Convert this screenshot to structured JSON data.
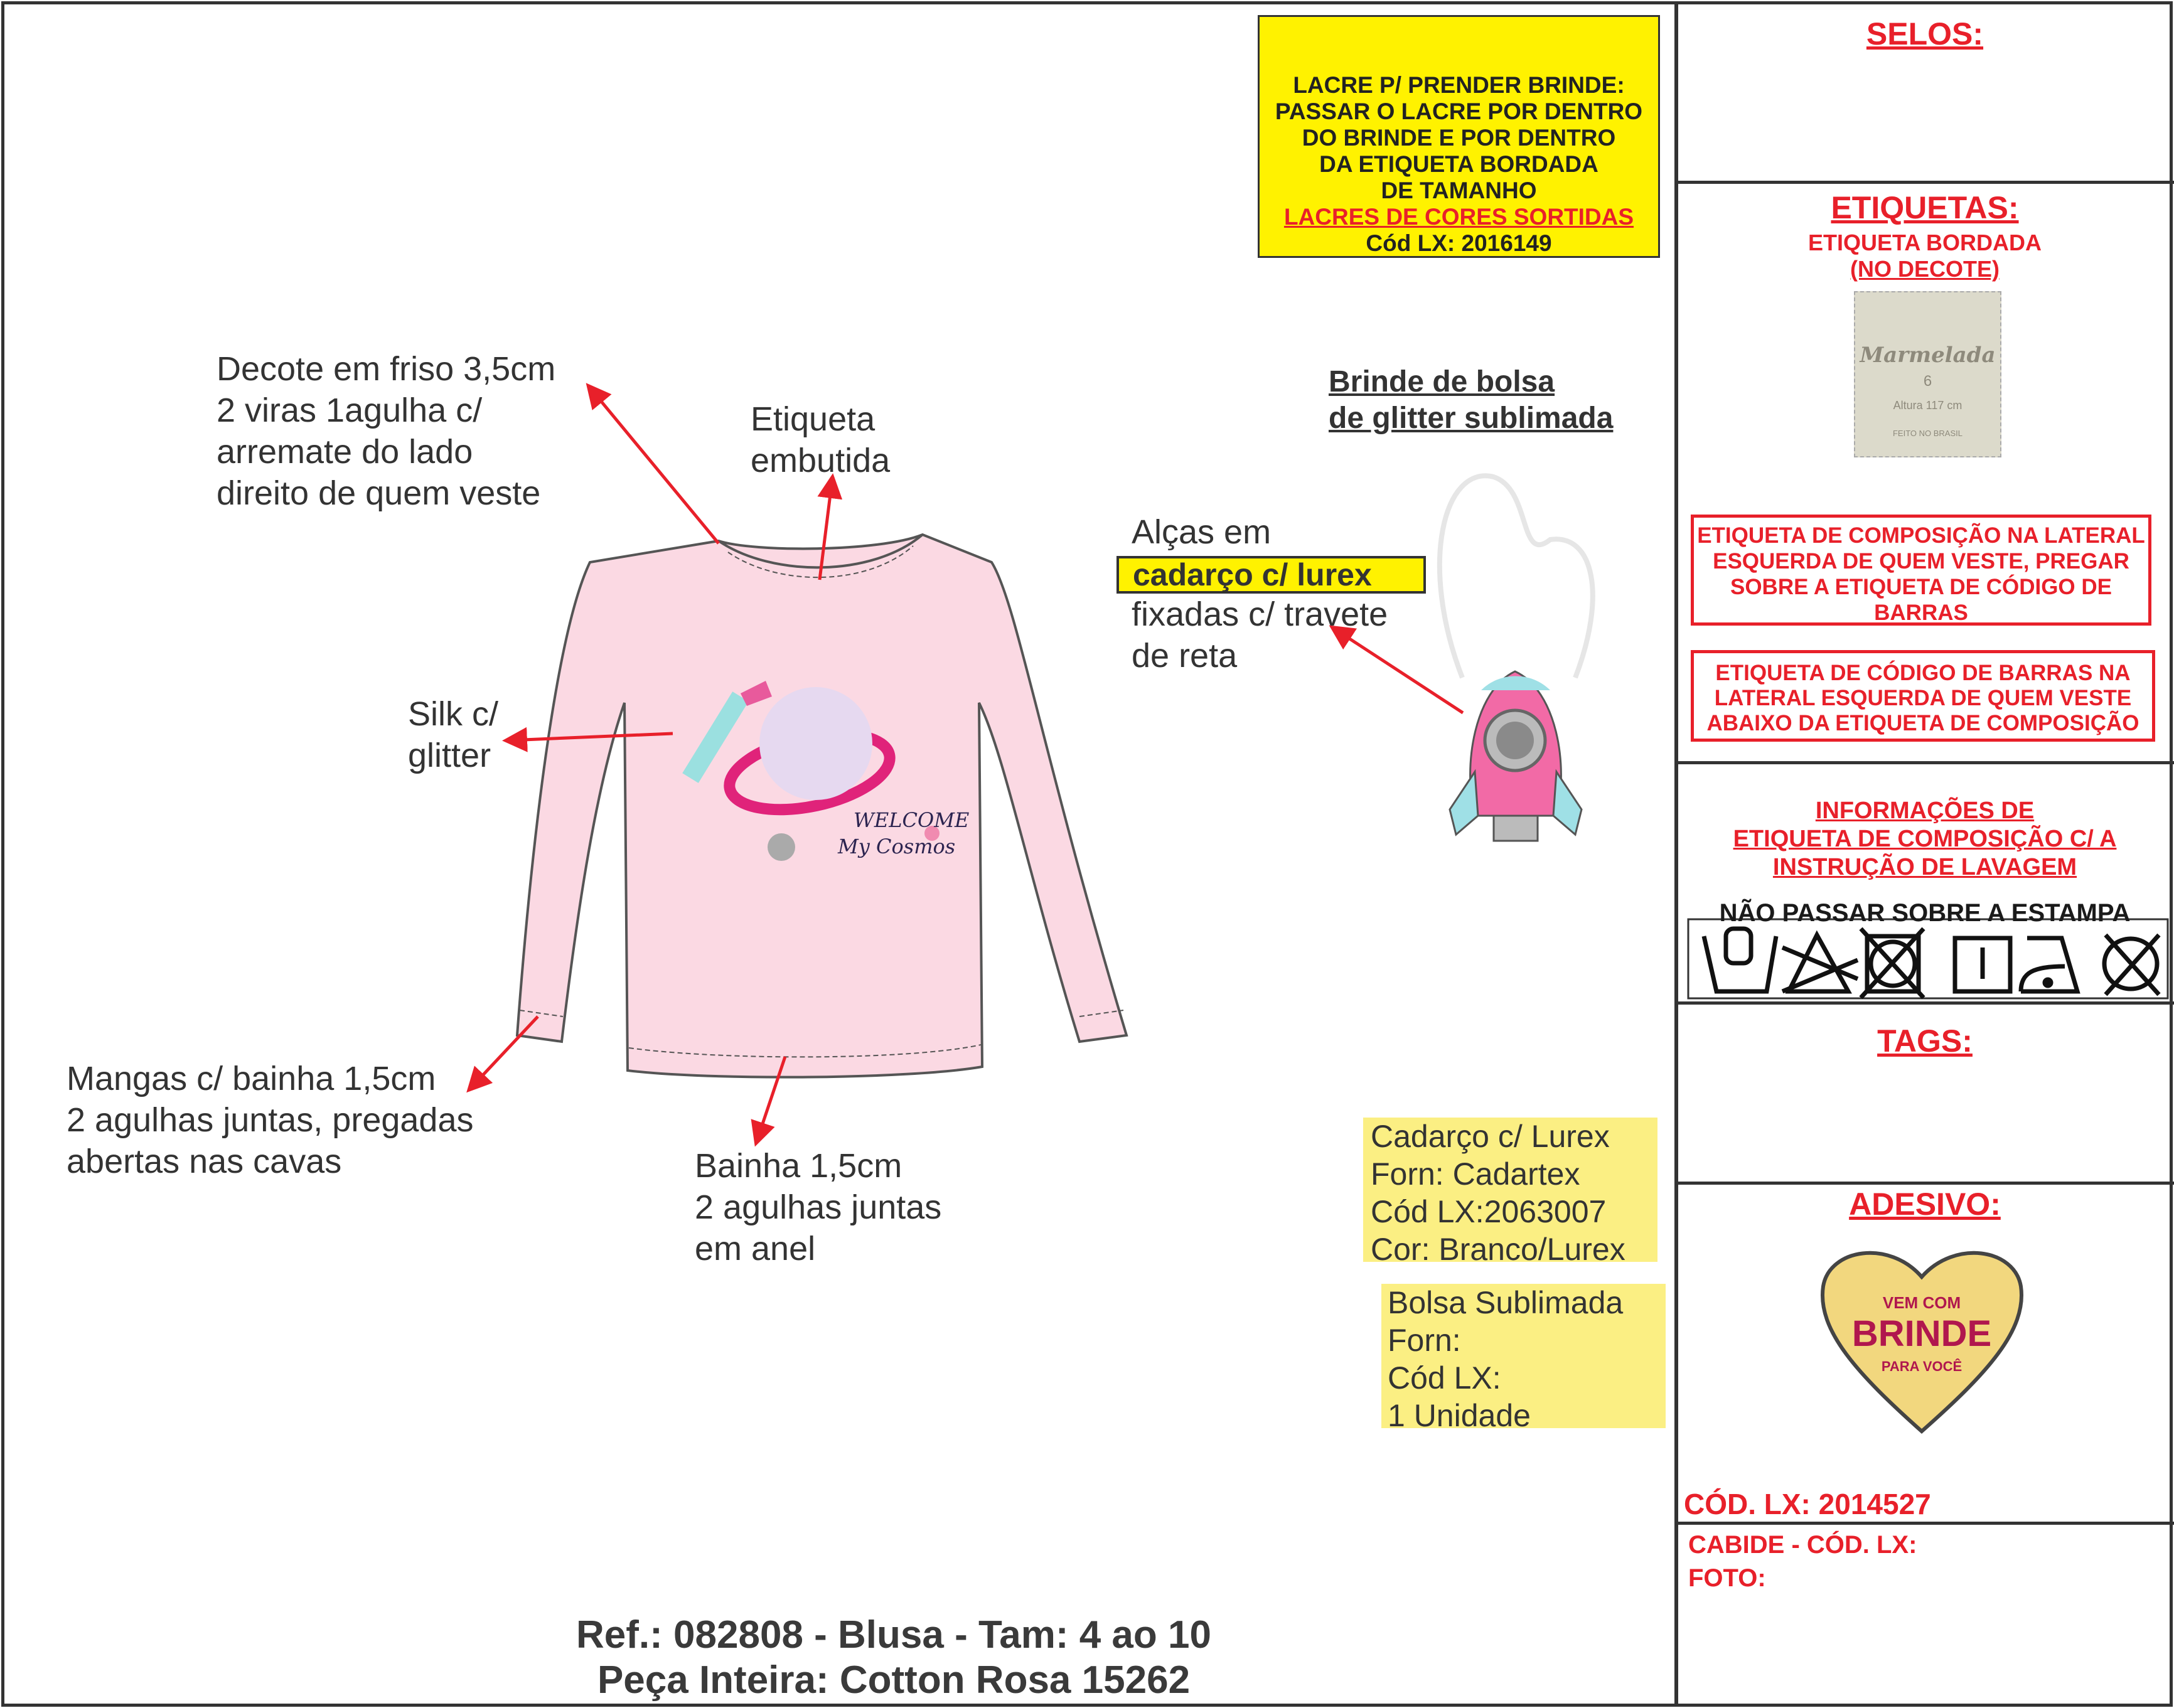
{
  "lacre_box": {
    "lines": [
      "LACRE P/ PRENDER BRINDE:",
      "PASSAR O LACRE POR DENTRO",
      "DO BRINDE E POR DENTRO",
      "DA ETIQUETA BORDADA",
      "DE TAMANHO"
    ],
    "highlight": "LACRES DE CORES SORTIDAS",
    "code": "Cód LX: 2016149"
  },
  "annotations": {
    "decote": "Decote em friso 3,5cm\n2 viras 1agulha c/\narremate do lado\ndireito de quem veste",
    "etiqueta": "Etiqueta\nembutida",
    "silk": "Silk c/\nglitter",
    "mangas": "Mangas c/ bainha 1,5cm\n2 agulhas juntas, pregadas\nabertas nas cavas",
    "bainha": "Bainha 1,5cm\n2 agulhas juntas\nem anel",
    "brinde": [
      "Brinde de bolsa",
      "de glitter sublimada"
    ],
    "alcas_1": "Alças em",
    "alcas_highlight": "cadarço c/ lurex",
    "alcas_2": "fixadas c/ travete\nde reta"
  },
  "print_text": [
    "WELCOME",
    "My Cosmos"
  ],
  "material_boxes": [
    {
      "lines": [
        "Cadarço c/ Lurex",
        "Forn: Cadartex",
        "Cód LX:2063007",
        "Cor: Branco/Lurex"
      ]
    },
    {
      "lines": [
        "Bolsa Sublimada",
        "Forn:",
        "Cód LX:",
        "1 Unidade"
      ]
    }
  ],
  "reference": {
    "line1": "Ref.: 082808 - Blusa - Tam: 4 ao 10",
    "line2": "Peça Inteira: Cotton Rosa 15262"
  },
  "side_panel": {
    "selos_title": "SELOS:",
    "etiquetas_title": "ETIQUETAS:",
    "etiqueta_bordada": "ETIQUETA BORDADA",
    "no_decote": "(NO DECOTE)",
    "label_image": {
      "brand": "Marmelada",
      "size": "6",
      "height": "Altura 117 cm",
      "origin": "FEITO NO BRASIL"
    },
    "composicao_box": "ETIQUETA DE COMPOSIÇÃO NA LATERAL ESQUERDA DE QUEM VESTE, PREGAR SOBRE A ETIQUETA DE CÓDIGO DE BARRAS",
    "codigo_barras_box": "ETIQUETA DE CÓDIGO DE BARRAS NA LATERAL ESQUERDA DE QUEM VESTE ABAIXO DA ETIQUETA DE COMPOSIÇÃO",
    "info_title": [
      "INFORMAÇÕES DE",
      "ETIQUETA DE COMPOSIÇÃO C/ A",
      "INSTRUÇÃO DE LAVAGEM"
    ],
    "nao_passar": "NÃO PASSAR SOBRE A ESTAMPA",
    "care_icons": [
      "hand-wash",
      "no-bleach",
      "no-tumble-dry",
      "line-dry",
      "iron-low",
      "no-dry-clean"
    ],
    "tags_title": "TAGS:",
    "adesivo_title": "ADESIVO:",
    "sticker": {
      "top": "VEM COM",
      "main": "BRINDE",
      "bottom": "PARA VOCÊ"
    },
    "cod_lx": "CÓD. LX: 2014527",
    "cabide": "CABIDE - CÓD. LX:",
    "foto": "FOTO:"
  },
  "colors": {
    "red": "#e8202a",
    "yellow": "#fff200",
    "pale_yellow": "#fbef83",
    "shirt": "#fbd9e3"
  }
}
